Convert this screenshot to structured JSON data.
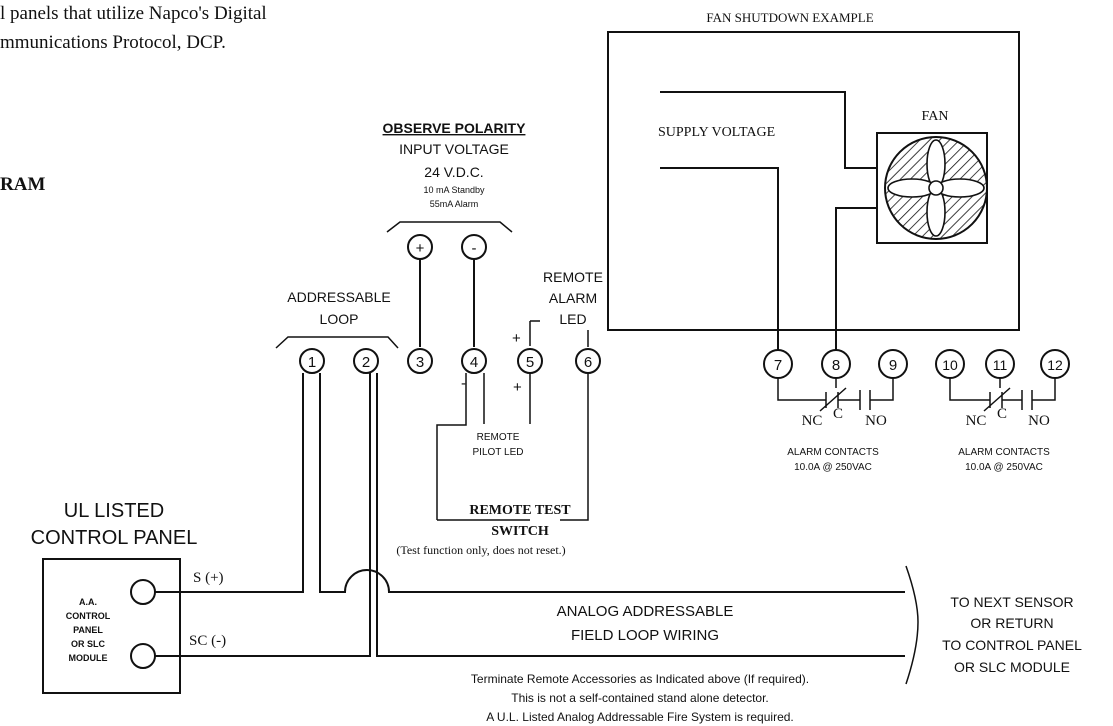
{
  "intro": {
    "line1": "l panels that utilize Napco's Digital",
    "line2": "mmunications Protocol, DCP.",
    "ram": "RAM"
  },
  "fan_example": {
    "title": "FAN SHUTDOWN EXAMPLE",
    "supply_voltage": "SUPPLY VOLTAGE",
    "fan_label": "FAN"
  },
  "input_voltage": {
    "observe": "OBSERVE POLARITY",
    "title": "INPUT VOLTAGE",
    "voltage": "24 V.D.C.",
    "standby": "10 mA Standby",
    "alarm": "55mA Alarm",
    "plus": "+",
    "minus": "-"
  },
  "remote_alarm_led": {
    "line1": "REMOTE",
    "line2": "ALARM",
    "line3": "LED"
  },
  "addressable_loop": {
    "line1": "ADDRESSABLE",
    "line2": "LOOP"
  },
  "terminals": [
    "1",
    "2",
    "3",
    "4",
    "5",
    "6",
    "7",
    "8",
    "9",
    "10",
    "11",
    "12"
  ],
  "polarity_marks": {
    "t4_minus": "-",
    "t5_plus_top": "+",
    "t5_plus_bottom": "+"
  },
  "remote_pilot_led": {
    "line1": "REMOTE",
    "line2": "PILOT LED"
  },
  "remote_test_switch": {
    "line1": "REMOTE TEST",
    "line2": "SWITCH",
    "note": "(Test function only,  does not reset.)"
  },
  "alarm_contacts_a": {
    "nc": "NC",
    "c": "C",
    "no": "NO",
    "line1": "ALARM CONTACTS",
    "line2": "10.0A @ 250VAC"
  },
  "alarm_contacts_b": {
    "nc": "NC",
    "c": "C",
    "no": "NO",
    "line1": "ALARM CONTACTS",
    "line2": "10.0A @ 250VAC"
  },
  "control_panel": {
    "title1": "UL LISTED",
    "title2": "CONTROL PANEL",
    "box_lines": [
      "A.A.",
      "CONTROL",
      "PANEL",
      "OR SLC",
      "MODULE"
    ],
    "s_plus": "S (+)",
    "sc_minus": "SC (-)"
  },
  "field_loop": {
    "line1": "ANALOG ADDRESSABLE",
    "line2": "FIELD LOOP WIRING"
  },
  "next_sensor": {
    "line1": "TO NEXT SENSOR",
    "line2": "OR RETURN",
    "line3": "TO CONTROL PANEL",
    "line4": "OR SLC MODULE"
  },
  "bottom_note": {
    "line1": "Terminate Remote Accessories as Indicated above (If required).",
    "line2": "This is not a self-contained stand alone detector.",
    "line3": "A U.L. Listed Analog Addressable Fire System is required."
  }
}
